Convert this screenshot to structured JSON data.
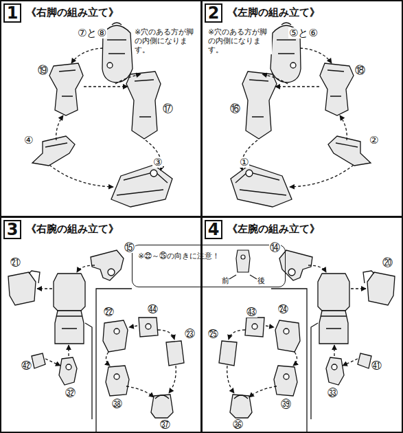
{
  "diagram": {
    "nodes": [
      {
        "text": [
          "1",
          "《右脚の組み立て》"
        ]
      },
      {
        "text": [
          "2",
          "《左脚の組み立て》"
        ]
      },
      {
        "text": [
          "3",
          "《右腕の組み立て》"
        ]
      },
      {
        "text": [
          "4",
          "《左腕の組み立て》"
        ]
      },
      {
        "text": [
          "※㉒～㉕の向きに注意！"
        ]
      }
    ],
    "labels": [
      "⑦と⑧",
      "※穴のある方が脚の内側になります。",
      "⑲",
      "④",
      "⑰",
      "③",
      "⑤と⑥",
      "※穴のある方が脚の内側になります。",
      "①",
      "⑯",
      "⑱",
      "②",
      "㉑",
      "⑮",
      "㊷",
      "㉜",
      "㉒",
      "㊹",
      "㉓",
      "㊳",
      "㊲",
      "⑭",
      "⑳",
      "㊶",
      "㉝",
      "㊸",
      "㉔",
      "㉕",
      "㊴",
      "㊱",
      "前",
      "後"
    ]
  }
}
